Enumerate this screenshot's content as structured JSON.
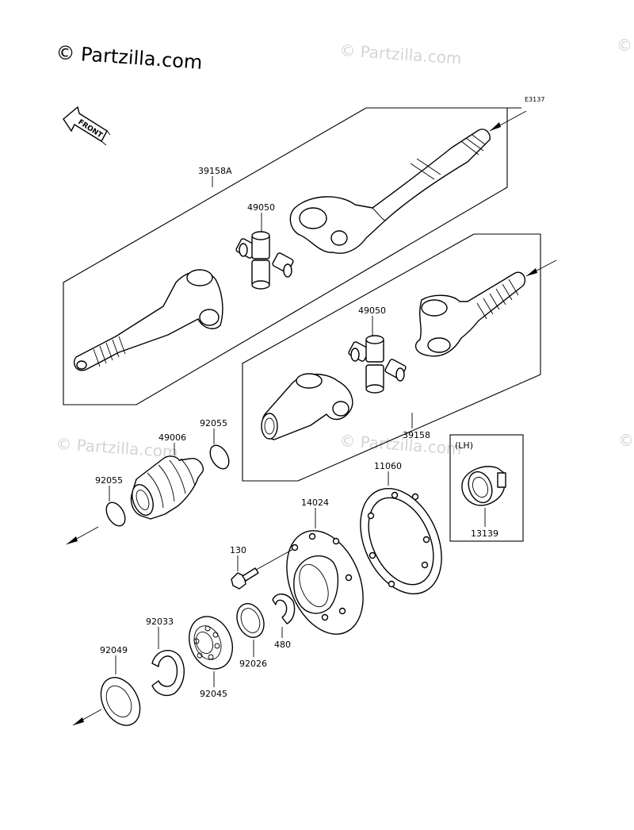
{
  "watermark": {
    "main": "© Partzilla.com",
    "faint": "© Partzilla.com"
  },
  "diagram_code": "E3137",
  "front_label": "FRONT",
  "lh_box_label": "(LH)",
  "callouts": {
    "p39158A": "39158A",
    "p49050_top": "49050",
    "p49050_mid": "49050",
    "p39158": "39158",
    "p92055_a": "92055",
    "p49006": "49006",
    "p92055_b": "92055",
    "p11060": "11060",
    "p14024": "14024",
    "p13139": "13139",
    "p130": "130",
    "p480": "480",
    "p92033": "92033",
    "p92026": "92026",
    "p92049": "92049",
    "p92045": "92045"
  }
}
